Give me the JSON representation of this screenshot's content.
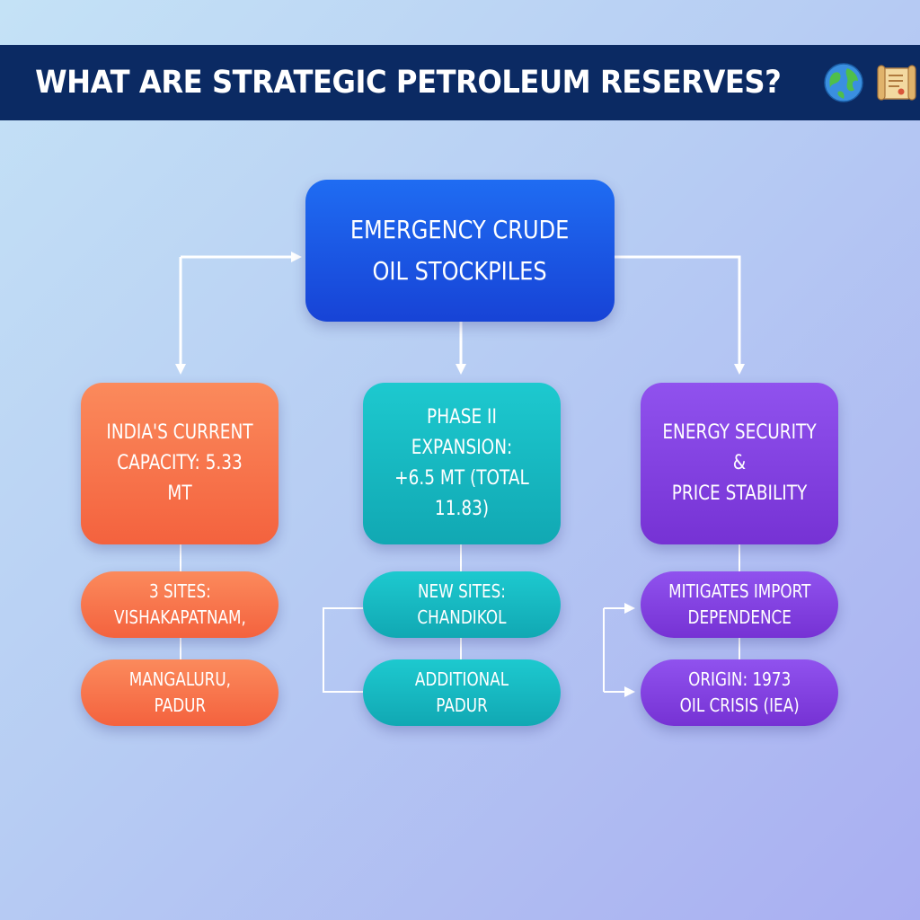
{
  "title": "WHAT ARE STRATEGIC PETROLEUM RESERVES?",
  "title_icons": [
    "globe-icon",
    "scroll-icon"
  ],
  "root": {
    "text": "EMERGENCY CRUDE\nOIL STOCKPILES",
    "color": "#1a55e4"
  },
  "branches": [
    {
      "text": "INDIA'S CURRENT\nCAPACITY: 5.33 MT",
      "color": "#f6704a",
      "items": [
        "3 SITES:\nVISHAKAPATNAM,",
        "MANGALURU,\nPADUR"
      ]
    },
    {
      "text": "PHASE II EXPANSION:\n+6.5 MT (TOTAL 11.83)",
      "color": "#14b8c0",
      "items": [
        "NEW SITES:\nCHANDIKOL",
        "ADDITIONAL\nPADUR"
      ]
    },
    {
      "text": "ENERGY SECURITY &\nPRICE STABILITY",
      "color": "#8240e0",
      "items": [
        "MITIGATES IMPORT\nDEPENDENCE",
        "ORIGIN: 1973\nOIL CRISIS (IEA)"
      ]
    }
  ]
}
